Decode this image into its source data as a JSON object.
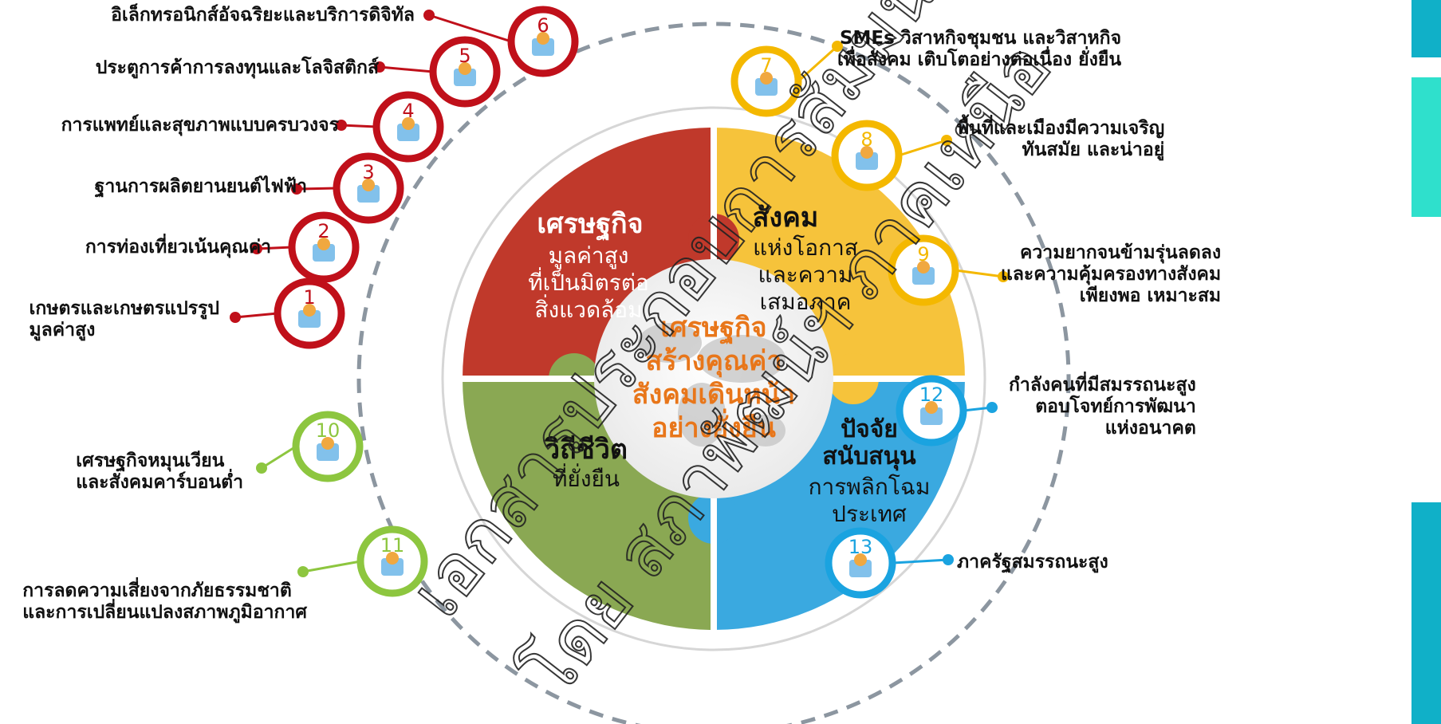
{
  "quadrants": {
    "economy": {
      "title": "เศรษฐกิจ",
      "sub": "มูลค่าสูง\nที่เป็นมิตรต่อ\nสิ่งแวดล้อม",
      "color": "#c0392b"
    },
    "society": {
      "title": "สังคม",
      "sub": "แห่งโอกาส\nและความ\nเสมอภาค",
      "color": "#f6c33b"
    },
    "lifestyle": {
      "title": "วิถีชีวิต",
      "sub": "ที่ยั่งยืน",
      "color": "#8aa853"
    },
    "support": {
      "title": "ปัจจัย\nสนับสนุน",
      "sub": "การพลิกโฉม\nประเทศ",
      "color": "#3aa9e0"
    }
  },
  "center_text": "เศรษฐกิจ\nสร้างคุณค่า\nสังคมเดินหน้า\nอย่างยั่งยืน",
  "watermark": [
    "เอกสารประกอบการสัมมนา",
    "โดย สภาพัฒน์ฯ ภาคเหนือ"
  ],
  "milestones": [
    {
      "number": "1",
      "label": "เกษตรและเกษตรแปรรูป\nมูลค่าสูง",
      "icon": "farm-icon",
      "color": "#c0101a"
    },
    {
      "number": "2",
      "label": "การท่องเที่ยวเน้นคุณค่า",
      "icon": "guide-book-icon",
      "color": "#c0101a"
    },
    {
      "number": "3",
      "label": "ฐานการผลิตยานยนต์ไฟฟ้า",
      "icon": "electric-car-icon",
      "color": "#c0101a"
    },
    {
      "number": "4",
      "label": "การแพทย์และสุขภาพแบบครบวงจร",
      "icon": "health-care-icon",
      "color": "#c0101a"
    },
    {
      "number": "5",
      "label": "ประตูการค้าการลงทุนและโลจิสติกส์",
      "icon": "logistics-globe-icon",
      "color": "#c0101a"
    },
    {
      "number": "6",
      "label": "อิเล็กทรอนิกส์อัจฉริยะและบริการดิจิทัล",
      "icon": "smart-devices-icon",
      "color": "#c0101a"
    },
    {
      "number": "7",
      "label": "SMEs วิสาหกิจชุมชน และวิสาหกิจ\nเพื่อสังคม เติบโตอย่างต่อเนื่อง ยั่งยืน",
      "icon": "shop-icon",
      "color": "#f4b800"
    },
    {
      "number": "8",
      "label": "พื้นที่และเมืองมีความเจริญ\nทันสมัย และน่าอยู่",
      "icon": "city-icon",
      "color": "#f4b800"
    },
    {
      "number": "9",
      "label": "ความยากจนข้ามรุ่นลดลง\nและความคุ้มครองทางสังคม\nเพียงพอ เหมาะสม",
      "icon": "protected-people-icon",
      "color": "#f4b800"
    },
    {
      "number": "10",
      "label": "เศรษฐกิจหมุนเวียน\nและสังคมคาร์บอนต่ำ",
      "icon": "recycle-icon",
      "color": "#8dc63f"
    },
    {
      "number": "11",
      "label": "การลดความเสี่ยงจากภัยธรรมชาติ\nและการเปลี่ยนแปลงสภาพภูมิอากาศ",
      "icon": "landscape-icon",
      "color": "#8dc63f"
    },
    {
      "number": "12",
      "label": "กำลังคนที่มีสมรรถนะสูง\nตอบโจทย์การพัฒนา\nแห่งอนาคต",
      "icon": "presentation-team-icon",
      "color": "#1aa3e0"
    },
    {
      "number": "13",
      "label": "ภาครัฐสมรรถนะสูง",
      "icon": "government-building-icon",
      "color": "#1aa3e0"
    }
  ]
}
